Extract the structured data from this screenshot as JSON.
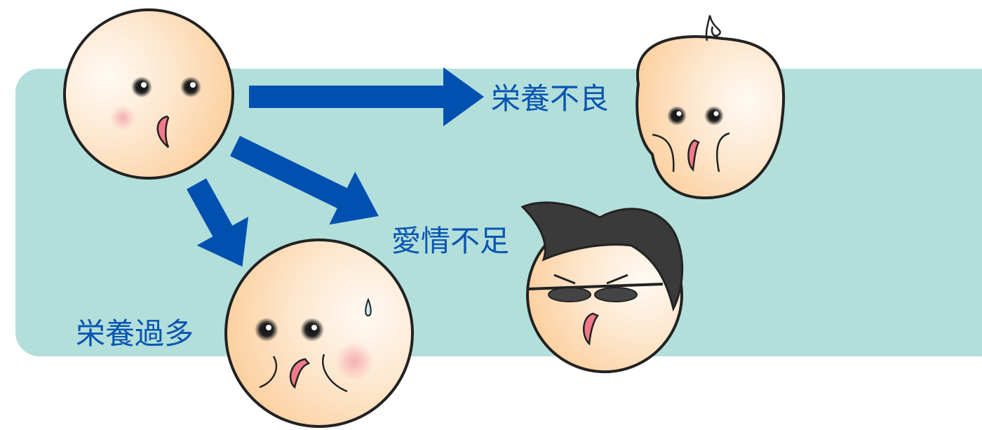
{
  "labels": {
    "malnutrition": "栄養不良",
    "lack_of_love": "愛情不足",
    "overnutrition": "栄養過多"
  },
  "colors": {
    "background_panel": "#b3dfdb",
    "arrow": "#0050b0",
    "text": "#0a55b0",
    "skin_light": "#fff8f0",
    "skin_dark": "#fcc98c",
    "hair": "#3a3a3a",
    "mouth": "#f07a8a"
  }
}
